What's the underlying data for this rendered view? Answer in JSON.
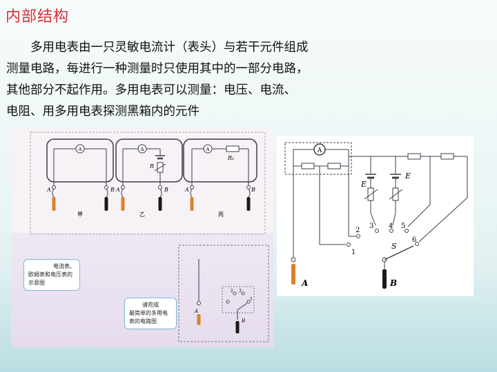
{
  "slide": {
    "title": "内部结构",
    "body_lines": [
      "多用电表由一只灵敏电流计（表头）与若干元件组成",
      "测量电路，每进行一种测量时只使用其中的一部分电路，",
      "其他部分不起作用。多用电表可以测量：电压、电流、",
      "电阻、用多用电表探测黑箱内的元件"
    ]
  },
  "left_figure": {
    "meter_symbol": "A",
    "resistor_labels": [
      "R",
      "R₂"
    ],
    "probe_labels": [
      "A",
      "B"
    ],
    "circuit_captions": [
      "甲",
      "乙",
      "丙"
    ],
    "callout1_lines": [
      "电流表、",
      "欧姆表和电压表的",
      "示意图"
    ],
    "callout2_lines": [
      "请完成",
      "最简单的多用电",
      "表的电路图"
    ],
    "small_labels": {
      "a": "A",
      "b": "B",
      "num1": "1",
      "num2": "2",
      "num3": "3"
    }
  },
  "right_figure": {
    "meter_symbol": "A",
    "battery_labels": [
      "E",
      "E"
    ],
    "switch_numbers": [
      "1",
      "2",
      "3",
      "4",
      "5",
      "6"
    ],
    "switch_label": "S",
    "probe_labels": [
      "A",
      "B"
    ]
  },
  "colors": {
    "title": "#d6303a",
    "probe_red": "#d9822b",
    "probe_black": "#1a1a1a",
    "wire": "#3b3b4a"
  }
}
